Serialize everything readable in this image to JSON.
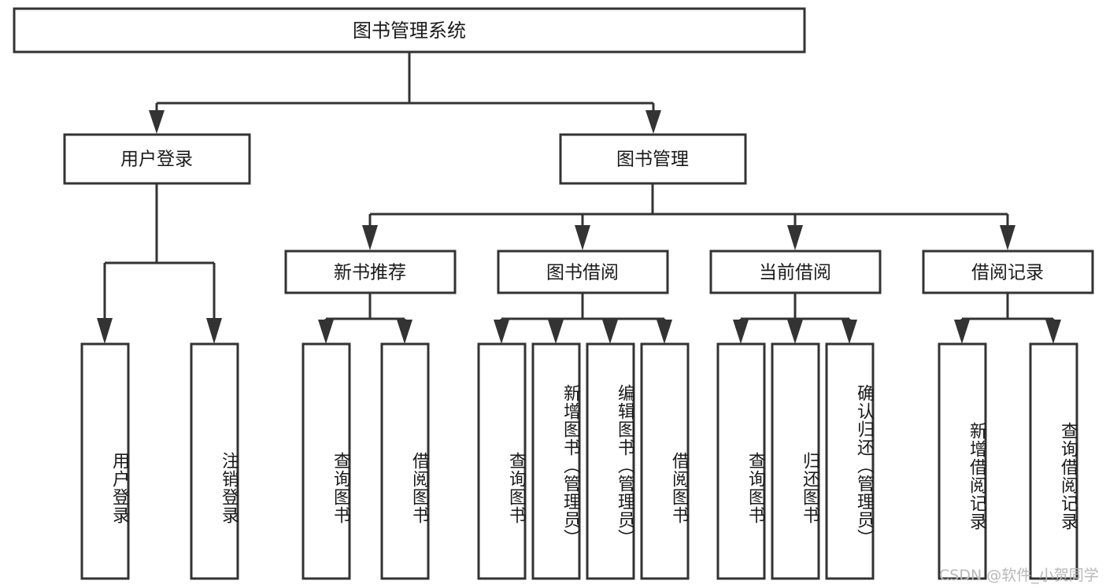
{
  "diagram": {
    "type": "tree",
    "title": "图书管理系统",
    "root": {
      "id": "root",
      "label": "图书管理系统"
    },
    "level2": [
      {
        "id": "user-login",
        "label": "用户登录"
      },
      {
        "id": "book-manage",
        "label": "图书管理"
      }
    ],
    "level3": [
      {
        "id": "new-book-recommend",
        "label": "新书推荐",
        "parent": "book-manage"
      },
      {
        "id": "book-borrow",
        "label": "图书借阅",
        "parent": "book-manage"
      },
      {
        "id": "current-borrow",
        "label": "当前借阅",
        "parent": "book-manage"
      },
      {
        "id": "borrow-record",
        "label": "借阅记录",
        "parent": "book-manage"
      }
    ],
    "leaves": {
      "user-login": [
        {
          "id": "leaf-user-login",
          "label": "用户登录"
        },
        {
          "id": "leaf-user-logout",
          "label": "注销登录"
        }
      ],
      "new-book-recommend": [
        {
          "id": "leaf-query-book-1",
          "label": "查询图书"
        },
        {
          "id": "leaf-borrow-book-1",
          "label": "借阅图书"
        }
      ],
      "book-borrow": [
        {
          "id": "leaf-query-book-2",
          "label": "查询图书"
        },
        {
          "id": "leaf-add-book",
          "label": "新增图书（管理员）"
        },
        {
          "id": "leaf-edit-book",
          "label": "编辑图书（管理员）"
        },
        {
          "id": "leaf-borrow-book-2",
          "label": "借阅图书"
        }
      ],
      "current-borrow": [
        {
          "id": "leaf-query-book-3",
          "label": "查询图书"
        },
        {
          "id": "leaf-return-book",
          "label": "归还图书"
        },
        {
          "id": "leaf-confirm-return",
          "label": "确认归还（管理员）"
        }
      ],
      "borrow-record": [
        {
          "id": "leaf-add-record",
          "label": "新增借阅记录"
        },
        {
          "id": "leaf-query-record",
          "label": "查询借阅记录"
        }
      ]
    },
    "colors": {
      "stroke": "#333333",
      "fill": "#ffffff",
      "text": "#1a1a1a",
      "watermark": "#b8b8b8",
      "background": "#ffffff"
    }
  },
  "watermark": {
    "text": "CSDN @软件_小贺同学"
  }
}
